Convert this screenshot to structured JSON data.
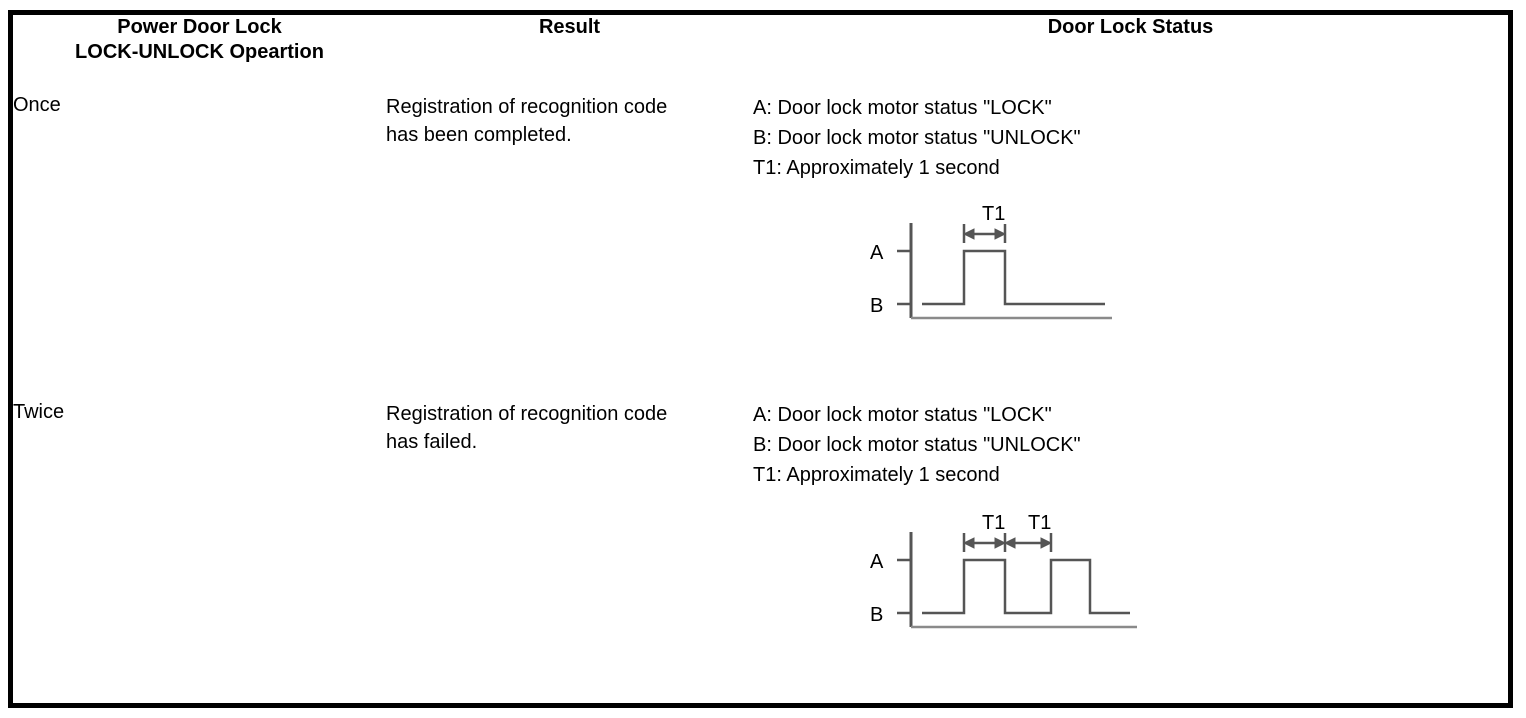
{
  "table": {
    "headers": {
      "operation": [
        "Power Door Lock",
        "LOCK-UNLOCK Opeartion"
      ],
      "result": "Result",
      "status": "Door Lock Status"
    },
    "rows": [
      {
        "operation": "Once",
        "result": [
          "Registration of recognition code",
          "has been completed."
        ],
        "status": {
          "legend": [
            "A: Door lock motor status \"LOCK\"",
            "B: Door lock motor status \"UNLOCK\"",
            "T1: Approximately 1 second"
          ],
          "diagram": {
            "axis_labels": [
              "A",
              "B"
            ],
            "interval_labels": [
              "T1"
            ],
            "pulse_count": 1
          }
        }
      },
      {
        "operation": "Twice",
        "result": [
          "Registration of recognition code",
          "has failed."
        ],
        "status": {
          "legend": [
            "A: Door lock motor status \"LOCK\"",
            "B: Door lock motor status \"UNLOCK\"",
            "T1: Approximately 1 second"
          ],
          "diagram": {
            "axis_labels": [
              "A",
              "B"
            ],
            "interval_labels": [
              "T1",
              "T1"
            ],
            "pulse_count": 2
          }
        }
      }
    ]
  },
  "colors": {
    "border": "#000000",
    "text": "#000000",
    "waveform_line": "#555555",
    "background": "#ffffff"
  }
}
